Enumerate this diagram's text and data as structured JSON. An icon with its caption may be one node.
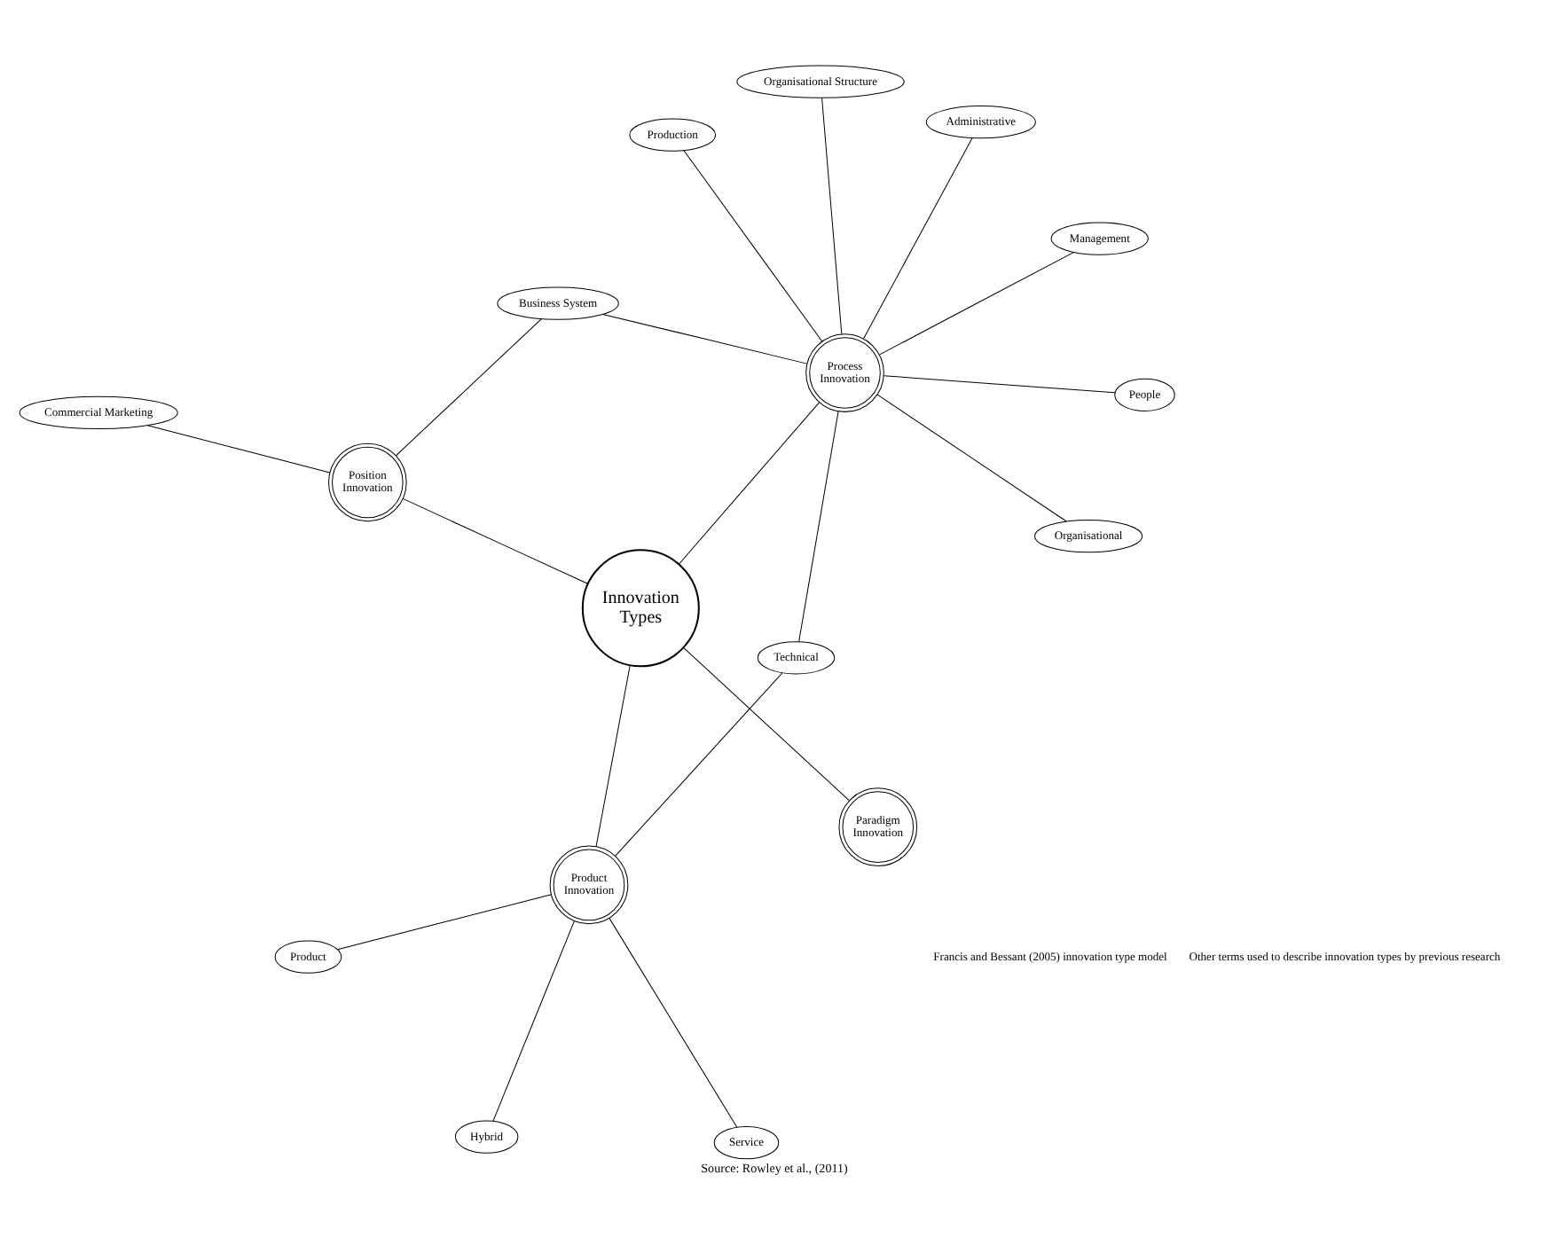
{
  "diagram": {
    "caption": "Source: Rowley et al., (2011)",
    "nodes": [
      {
        "text": [
          "Innovation Types"
        ]
      },
      {
        "text": [
          "Paradigm Innovation"
        ]
      },
      {
        "text": [
          "Product Innovation"
        ]
      },
      {
        "text": [
          "Position Innovation"
        ]
      },
      {
        "text": [
          "Process Innovation"
        ]
      },
      {
        "text": [
          "Product"
        ]
      },
      {
        "text": [
          "Hybrid"
        ]
      },
      {
        "text": [
          "Service"
        ]
      },
      {
        "text": [
          "Technical"
        ]
      },
      {
        "text": [
          "Commercial Marketing"
        ]
      },
      {
        "text": [
          "Business System"
        ]
      },
      {
        "text": [
          "Production"
        ]
      },
      {
        "text": [
          "Management"
        ]
      },
      {
        "text": [
          "Administrative"
        ]
      },
      {
        "text": [
          "Organisational Structure"
        ]
      },
      {
        "text": [
          "Organisational"
        ]
      },
      {
        "text": [
          "People"
        ]
      }
    ],
    "edges": [
      {
        "from": 0,
        "to": 1,
        "arrow": "none"
      },
      {
        "from": 0,
        "to": 2,
        "arrow": "none"
      },
      {
        "from": 0,
        "to": 3,
        "arrow": "none"
      },
      {
        "from": 0,
        "to": 4,
        "arrow": "none"
      },
      {
        "from": 5,
        "to": 2,
        "arrow": "none"
      },
      {
        "from": 6,
        "to": 2,
        "arrow": "none"
      },
      {
        "from": 7,
        "to": 2,
        "arrow": "none"
      },
      {
        "from": 8,
        "to": 2,
        "arrow": "none"
      },
      {
        "from": 3,
        "to": 10,
        "arrow": "none"
      },
      {
        "from": 3,
        "to": 9,
        "arrow": "none"
      },
      {
        "from": 8,
        "to": 4,
        "arrow": "none"
      },
      {
        "from": 10,
        "to": 4,
        "arrow": "none"
      },
      {
        "from": 11,
        "to": 4,
        "arrow": "none"
      },
      {
        "from": 13,
        "to": 4,
        "arrow": "none"
      },
      {
        "from": 14,
        "to": 4,
        "arrow": "none"
      },
      {
        "from": 16,
        "to": 4,
        "arrow": "none"
      },
      {
        "from": 15,
        "to": 4,
        "arrow": "none"
      },
      {
        "from": 12,
        "to": 4,
        "arrow": "none"
      }
    ],
    "legend": [
      {
        "text": "Francis and Bessant (2005) innovation type model"
      },
      {
        "text": "Other terms used to describe innovation types by previous research"
      }
    ]
  }
}
